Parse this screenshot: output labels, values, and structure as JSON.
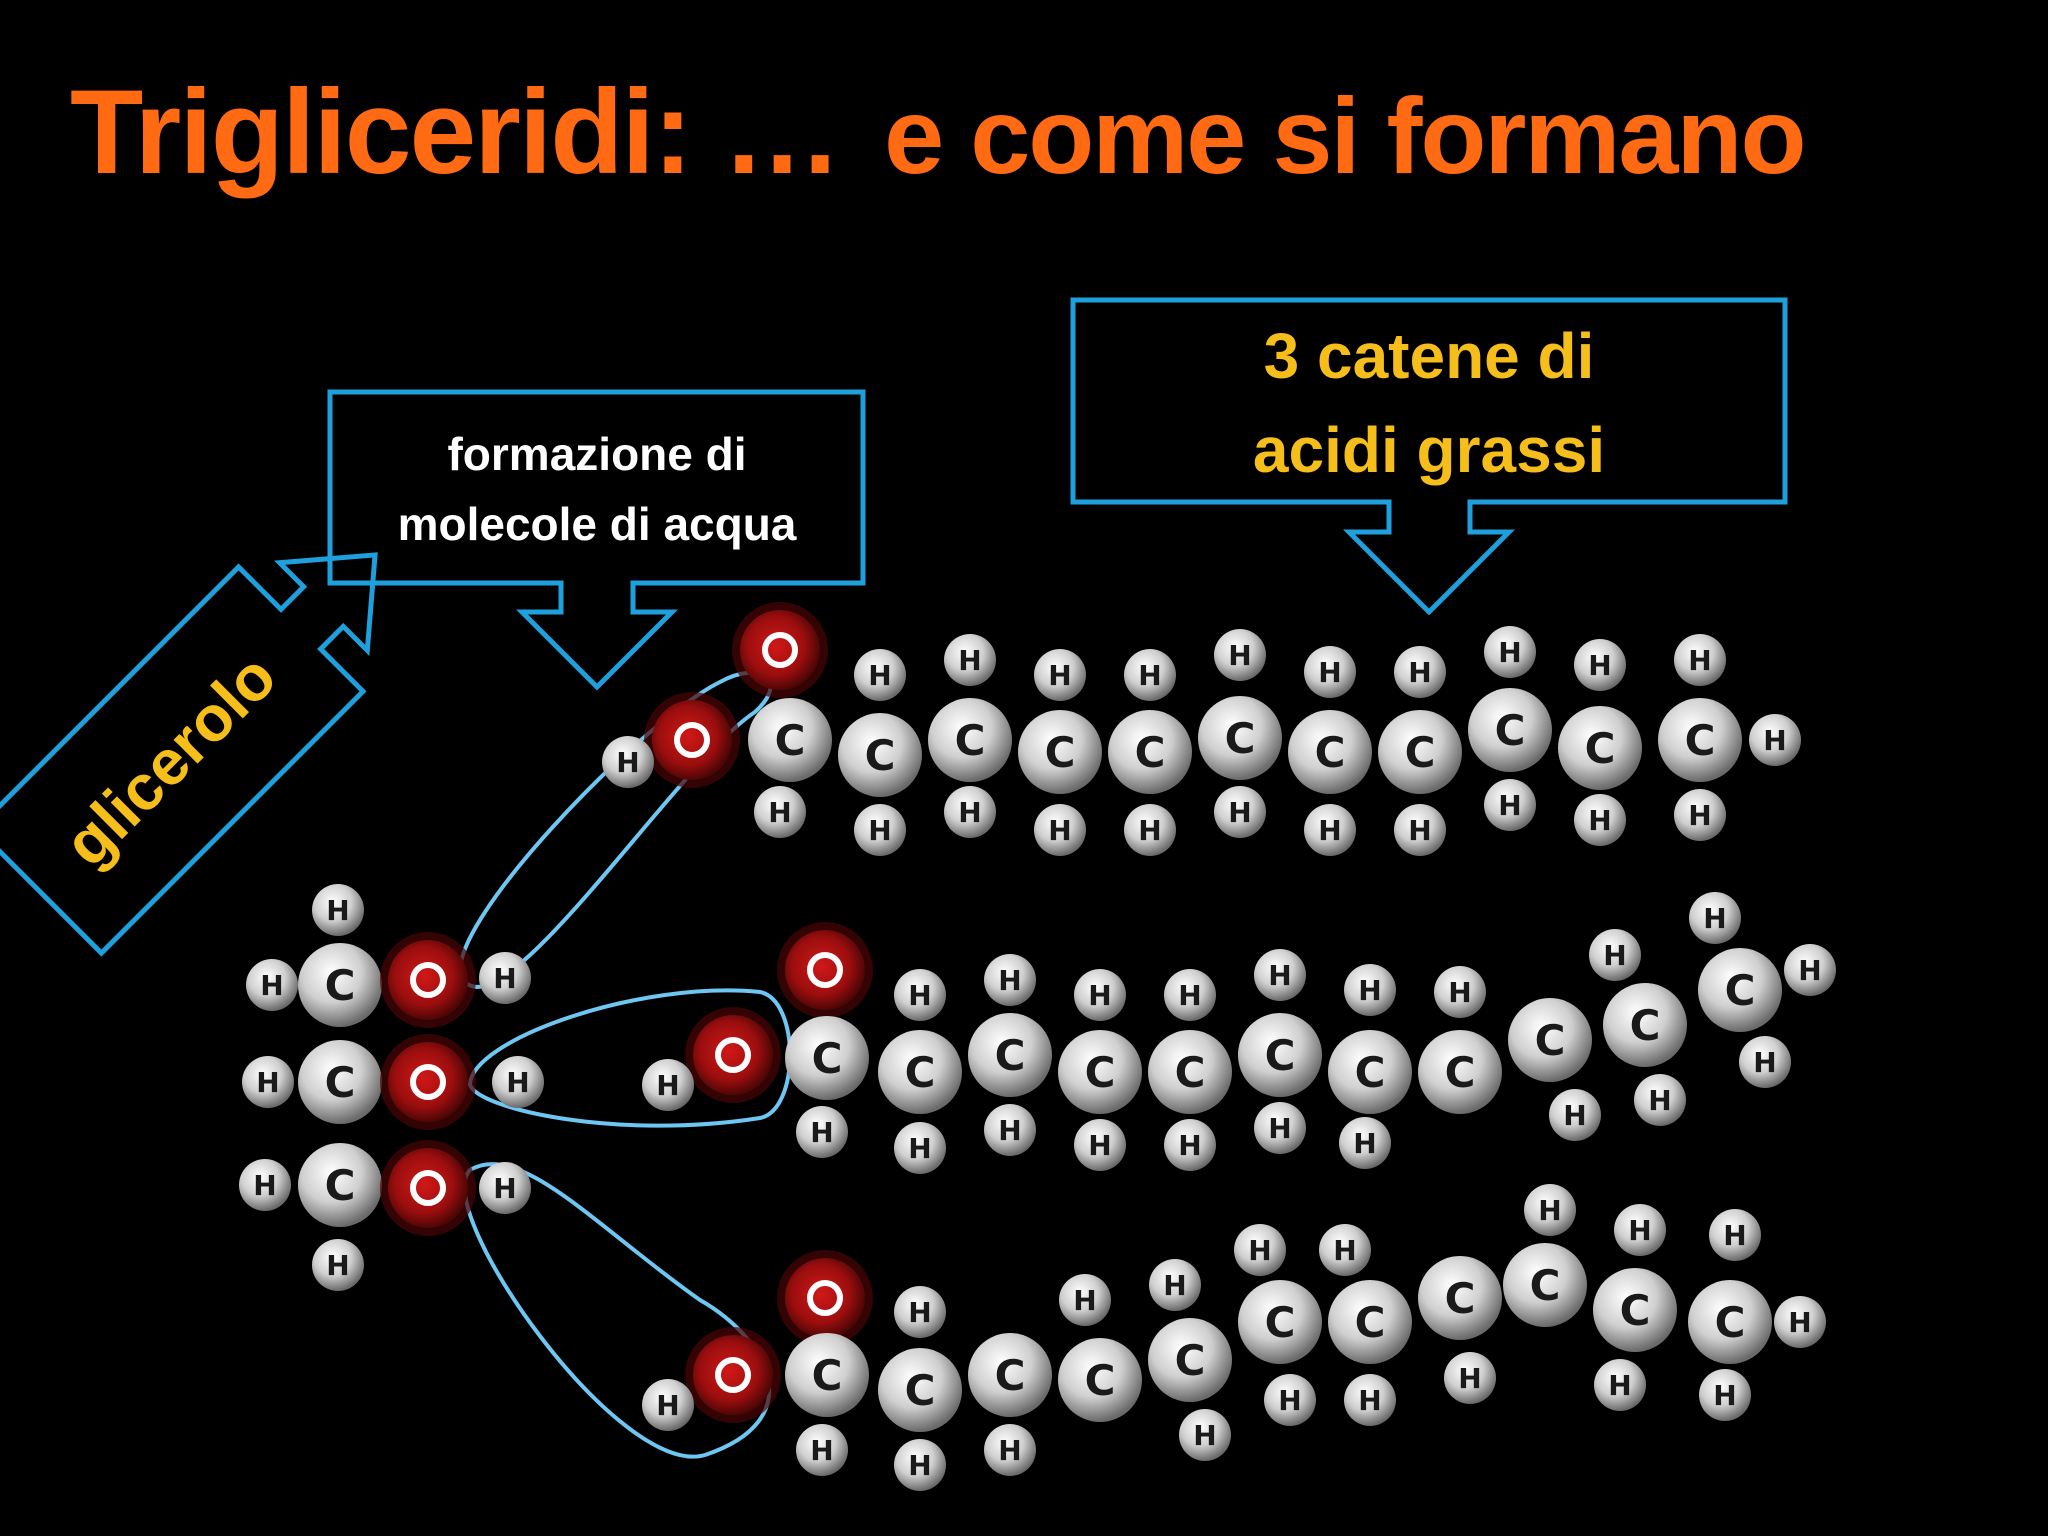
{
  "title": {
    "part1": "Trigliceridi: …",
    "part2": "e come si formano"
  },
  "callouts": {
    "water": [
      "formazione di",
      "molecole di acqua"
    ],
    "fatty_acids": [
      "3 catene di",
      "acidi grassi"
    ],
    "glycerol": "glicerolo"
  },
  "colors": {
    "title": "#ff6a13",
    "accent_text": "#f6be1a",
    "callout_border": "#1ea0dc",
    "water_outline": "#6ec6f2",
    "oxygen": "#b01212",
    "atom": "#d6d6d6",
    "background": "#000000"
  },
  "atom_symbols": {
    "carbon": "C",
    "hydrogen": "H",
    "oxygen": "O"
  }
}
